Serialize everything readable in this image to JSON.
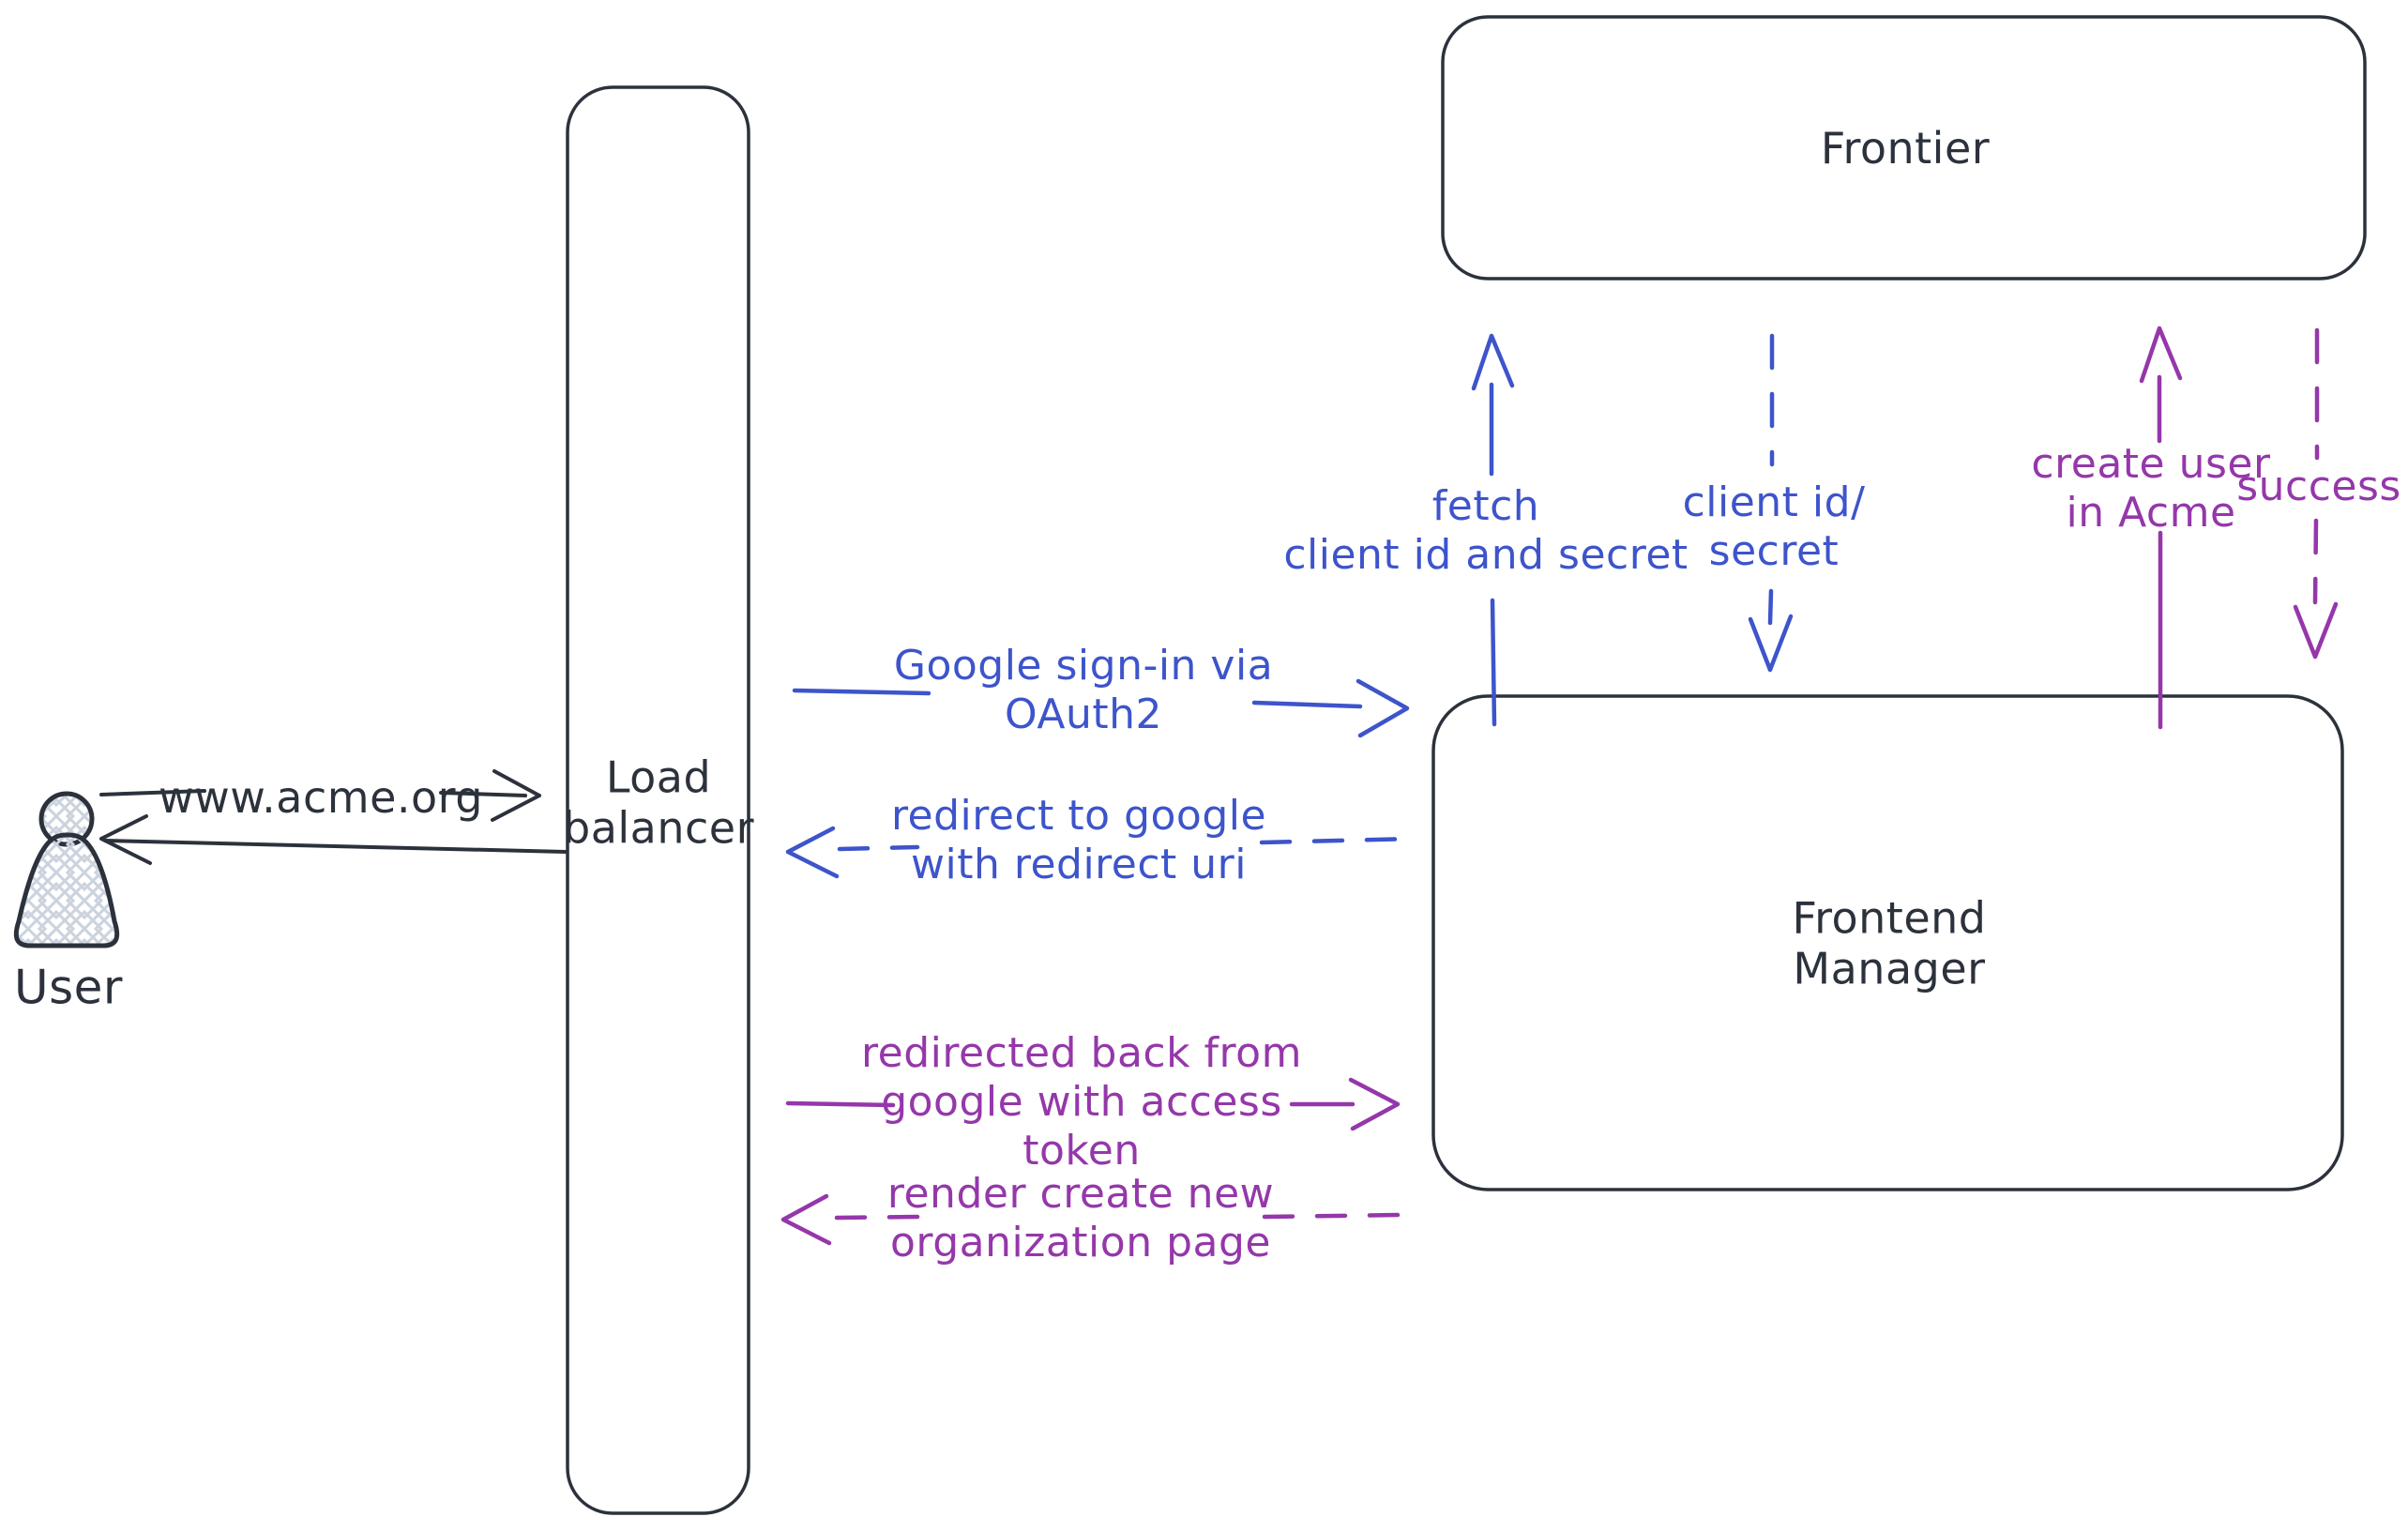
{
  "diagram": {
    "title": "OAuth2 sign-in flow diagram",
    "colors": {
      "dark": "#2c323c",
      "blue": "#3d54cb",
      "purple": "#9537aa",
      "hatch": "#cbd3de",
      "background": "#ffffff"
    },
    "nodes": {
      "user": {
        "label": "User",
        "shape": "person-figure"
      },
      "load_balancer": {
        "label": "Load\nbalancer",
        "shape": "rounded-rect"
      },
      "frontier": {
        "label": "Frontier",
        "shape": "rounded-rect"
      },
      "frontend_manager": {
        "label": "Frontend\nManager",
        "shape": "rounded-rect"
      }
    },
    "edges": {
      "www_acme": {
        "label": "www.acme.org",
        "from": "User",
        "to": "Load balancer",
        "style": "solid",
        "color": "dark"
      },
      "lb_to_user": {
        "label": "",
        "from": "Load balancer",
        "to": "User",
        "style": "solid",
        "color": "dark"
      },
      "google_signin": {
        "label": "Google sign-in via\nOAuth2",
        "from": "Load balancer",
        "to": "Frontend Manager",
        "style": "solid",
        "color": "blue"
      },
      "redirect_google": {
        "label": "redirect to google\nwith redirect uri",
        "from": "Frontend Manager",
        "to": "Load balancer",
        "style": "dashed",
        "color": "blue"
      },
      "redirected_back": {
        "label": "redirected back from\ngoogle with access\ntoken",
        "from": "Load balancer",
        "to": "Frontend Manager",
        "style": "solid",
        "color": "purple"
      },
      "render_org_page": {
        "label": "render create new\norganization page",
        "from": "Frontend Manager",
        "to": "Load balancer",
        "style": "dashed",
        "color": "purple"
      },
      "fetch_secret": {
        "label": "fetch\nclient id and secret",
        "from": "Frontend Manager",
        "to": "Frontier",
        "style": "solid",
        "color": "blue"
      },
      "client_id_secret": {
        "label": "client id/\nsecret",
        "from": "Frontier",
        "to": "Frontend Manager",
        "style": "dashed",
        "color": "blue"
      },
      "create_user": {
        "label": "create user\nin Acme",
        "from": "Frontend Manager",
        "to": "Frontier",
        "style": "solid",
        "color": "purple"
      },
      "success": {
        "label": "success",
        "from": "Frontier",
        "to": "Frontend Manager",
        "style": "dashed",
        "color": "purple"
      }
    }
  }
}
